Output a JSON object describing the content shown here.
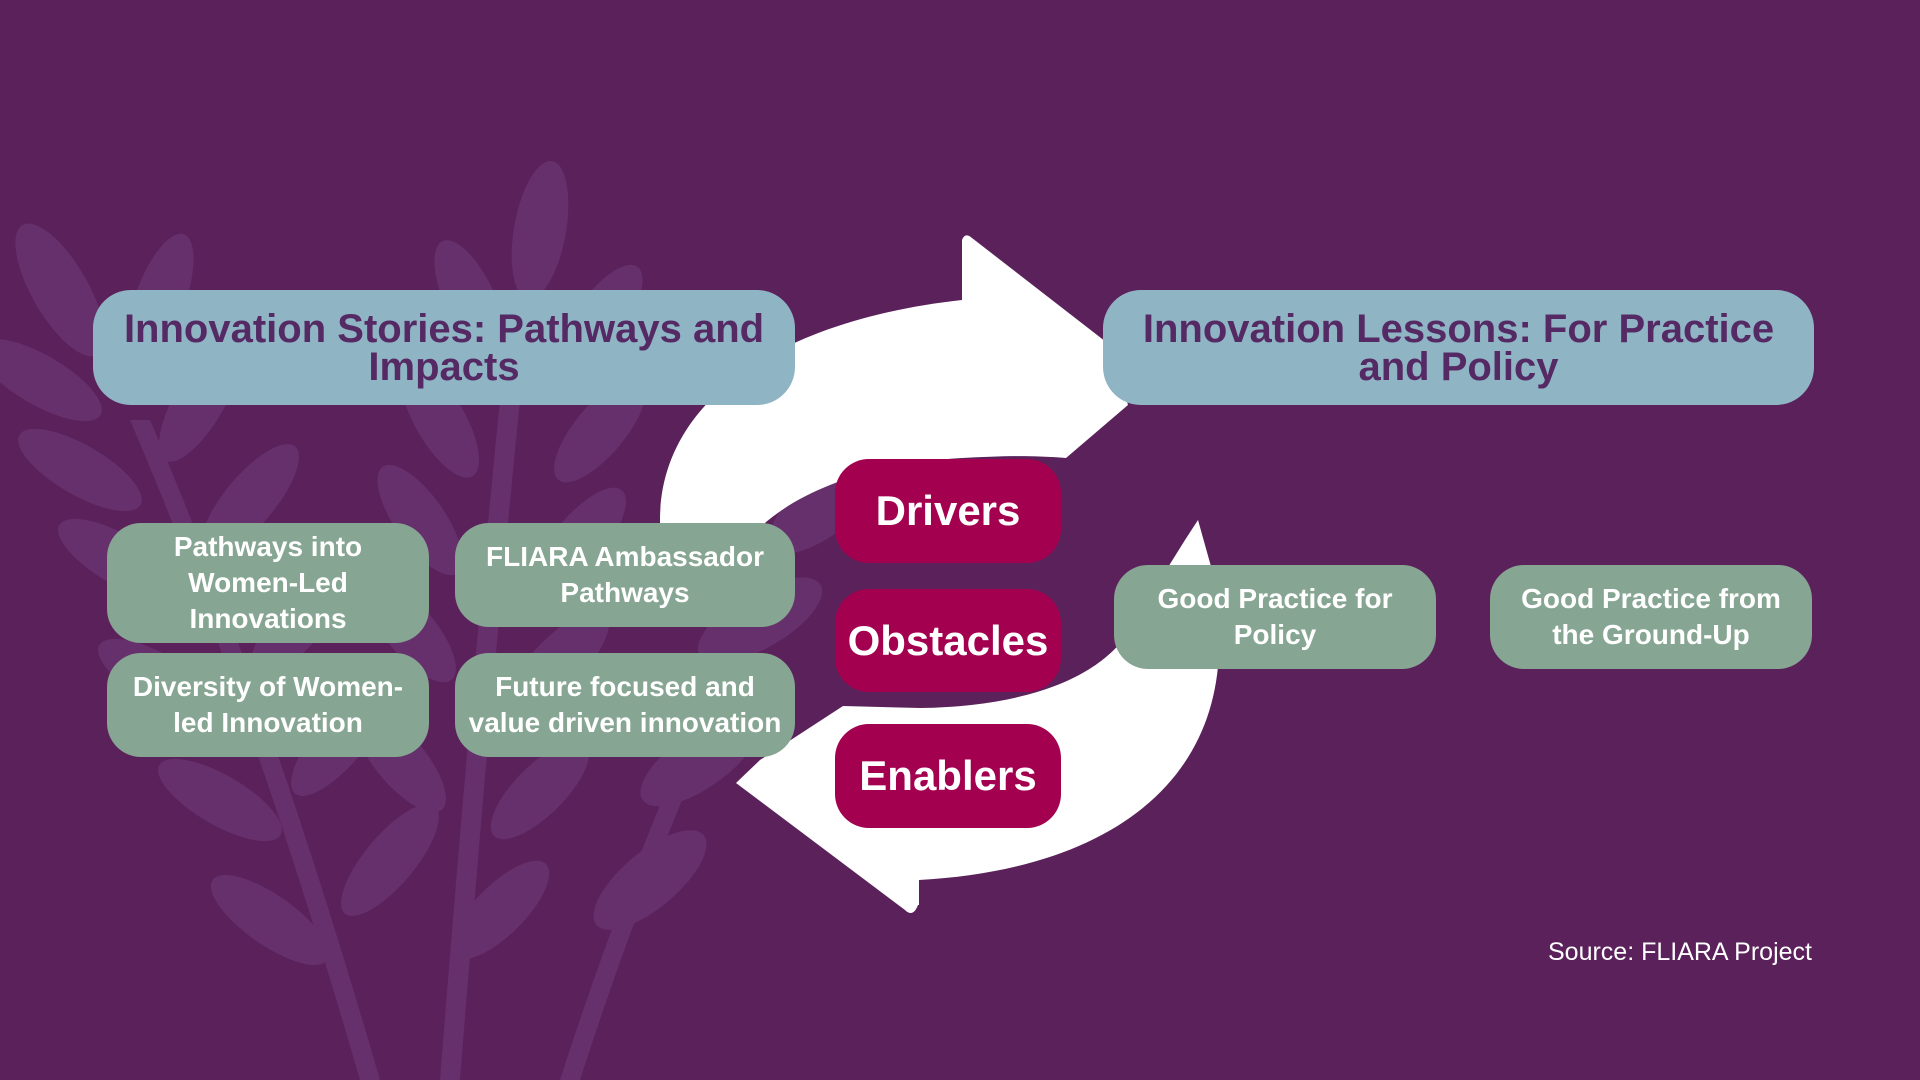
{
  "colors": {
    "background": "#5b215b",
    "title_box": "#8fb5c4",
    "title_text": "#552a64",
    "green_box": "#86a592",
    "maroon_box": "#a3004f",
    "arrow": "#ffffff",
    "leaf": "#6a3470"
  },
  "left_section": {
    "title": "Innovation Stories: Pathways and Impacts",
    "items": [
      "Pathways into Women-Led Innovations",
      "FLIARA Ambassador Pathways",
      "Diversity of Women-led Innovation",
      "Future focused and value driven innovation"
    ]
  },
  "center_cycle": {
    "items": [
      "Drivers",
      "Obstacles",
      "Enablers"
    ],
    "icons": [
      "cycle-arrow-top",
      "cycle-arrow-bottom"
    ]
  },
  "right_section": {
    "title": "Innovation Lessons: For Practice and Policy",
    "items": [
      "Good Practice for Policy",
      "Good Practice from the Ground-Up"
    ]
  },
  "source": "Source: FLIARA Project"
}
